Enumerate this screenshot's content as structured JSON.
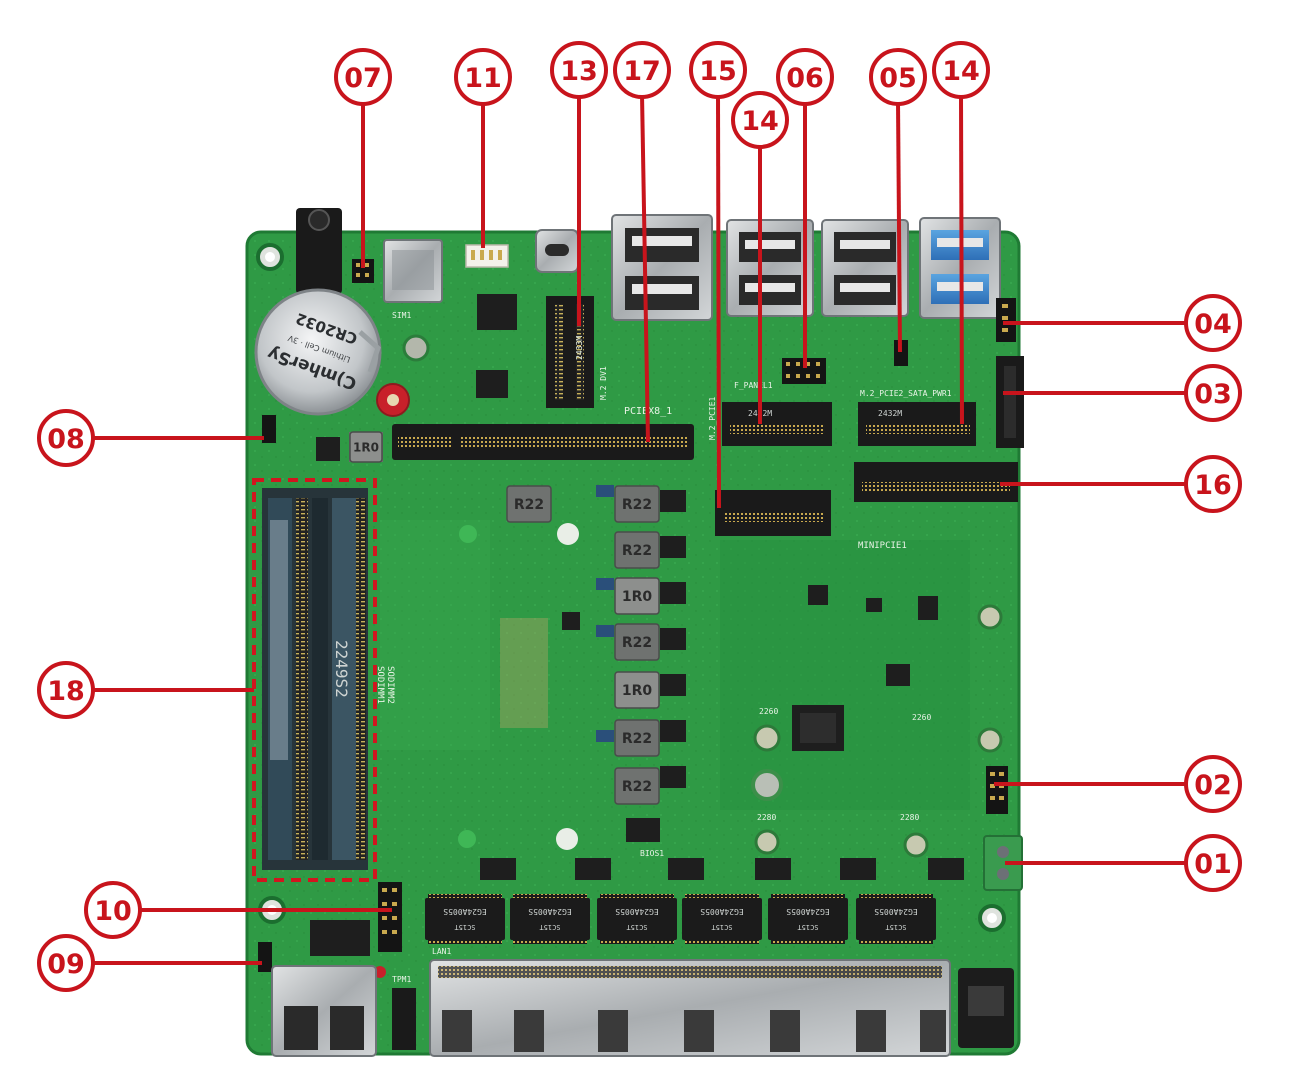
{
  "colors": {
    "callout_red": "#c8141c",
    "pcb_green": "#2f9a45",
    "pcb_dark_green": "#1f7a34",
    "connector_black": "#1a1a1a",
    "metal_silver": "#b9bcbe"
  },
  "callouts": [
    {
      "id": "c01",
      "label": "01"
    },
    {
      "id": "c02",
      "label": "02"
    },
    {
      "id": "c03",
      "label": "03"
    },
    {
      "id": "c04",
      "label": "04"
    },
    {
      "id": "c05",
      "label": "05"
    },
    {
      "id": "c06",
      "label": "06"
    },
    {
      "id": "c07",
      "label": "07"
    },
    {
      "id": "c08",
      "label": "08"
    },
    {
      "id": "c09",
      "label": "09"
    },
    {
      "id": "c10",
      "label": "10"
    },
    {
      "id": "c11",
      "label": "11"
    },
    {
      "id": "c13",
      "label": "13"
    },
    {
      "id": "c14a",
      "label": "14"
    },
    {
      "id": "c14b",
      "label": "14"
    },
    {
      "id": "c15",
      "label": "15"
    },
    {
      "id": "c16",
      "label": "16"
    },
    {
      "id": "c17",
      "label": "17"
    },
    {
      "id": "c18",
      "label": "18"
    }
  ],
  "board_labels": {
    "battery_brand": "C)mherSy",
    "battery_model": "CR2032",
    "battery_sub": "Lithium Cell · 3V",
    "pcie_slot": "PCIEX8_1",
    "m2_primary": "M.2 DV1",
    "m2_pcie_left": "M.2_PCIE1",
    "m2_pcie_right": "M.2_PCIE2_SATA_PWR1",
    "minipcie": "MINIPCIE1",
    "f_panel": "F_PANEL1",
    "sodimm_a": "SODIMM1",
    "sodimm_b": "SODIMM2",
    "sodimm_code": "2249S2",
    "size_2260_a": "2260",
    "size_2260_b": "2260",
    "size_2280_a": "2280",
    "size_2280_b": "2280",
    "bios": "BIOS1",
    "tpm": "TPM1",
    "sim": "SIM1",
    "lan": "LAN1",
    "m2_keys": [
      "2433M",
      "2432M",
      "2432M"
    ],
    "inductors": [
      "1R0",
      "R22",
      "R22",
      "R22",
      "R22",
      "1R0",
      "R22",
      "1R0",
      "R22",
      "R22"
    ],
    "lan_chips": [
      "EG24A005S",
      "EG24A005S",
      "EG24A005S",
      "EG24A005S",
      "EG24A005S",
      "EG24A005S"
    ],
    "lan_chip_sub": "SC15T"
  }
}
